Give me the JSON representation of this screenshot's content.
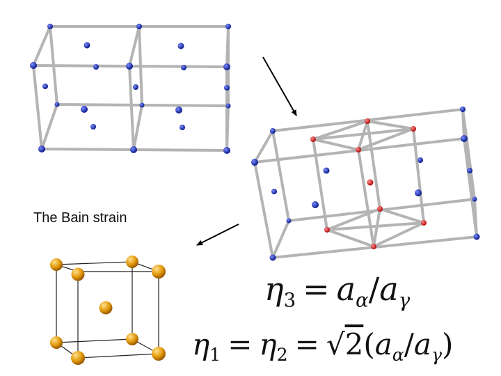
{
  "caption": "The Bain strain",
  "equations": {
    "eta3": {
      "lhs_symbol": "η",
      "lhs_sub": "3",
      "equals": "=",
      "a1": "a",
      "a1_sub": "α",
      "slash": "/",
      "a2": "a",
      "a2_sub": "γ"
    },
    "eta12": {
      "sym1": "η",
      "sub1": "1",
      "eq1": "=",
      "sym2": "η",
      "sub2": "2",
      "eq2": "=",
      "sqrt_sign": "√",
      "sqrt_arg": "2",
      "open": "(",
      "a1": "a",
      "a1_sub": "α",
      "slash": "/",
      "a2": "a",
      "a2_sub": "γ",
      "close": ")"
    }
  },
  "colors": {
    "bond": "#aaaaaa",
    "bond_dark": "#222222",
    "atom_blue": "#1a2fc0",
    "atom_red": "#e02020",
    "atom_gold": "#e0980a",
    "arrow": "#000000"
  }
}
